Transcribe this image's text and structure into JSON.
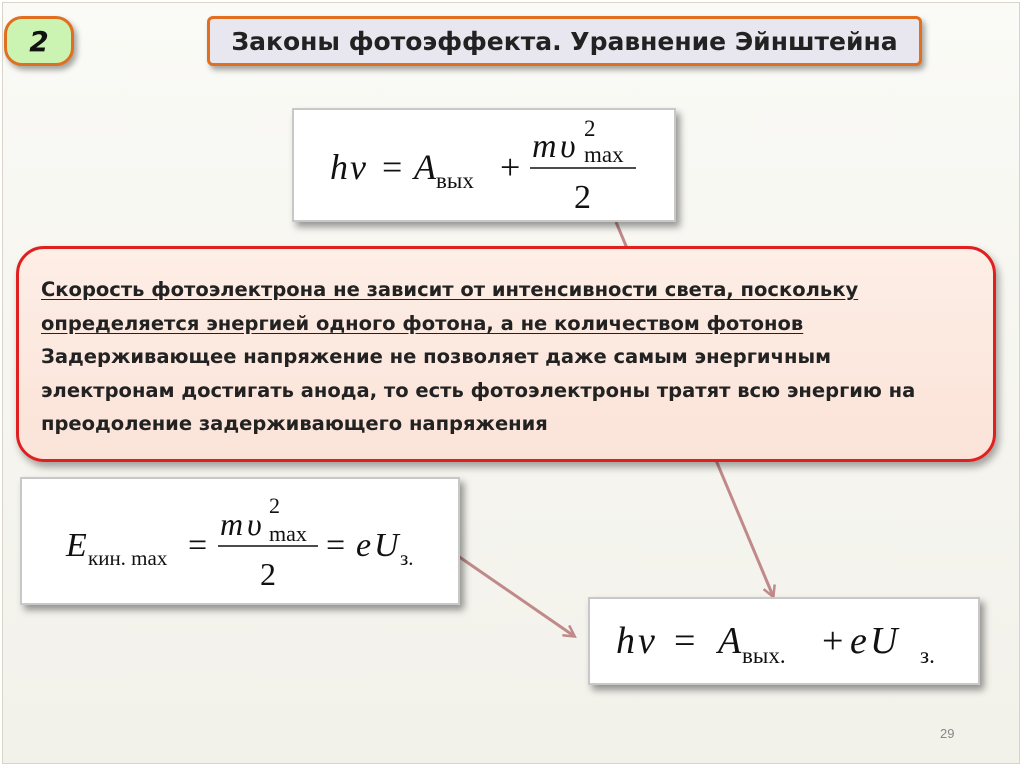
{
  "slide": {
    "badge": "2",
    "title": "Законы фотоэффекта. Уравнение Эйнштейна",
    "page_number": "29"
  },
  "formulas": {
    "f1": {
      "h": "h",
      "nu": "ν",
      "eq": "=",
      "A": "A",
      "A_sub": "вых",
      "plus": "+",
      "m": "m",
      "v": "υ",
      "pow": "2",
      "sub_max": "max",
      "den": "2"
    },
    "f2": {
      "E": "E",
      "E_sub": "кин. max",
      "eq1": "=",
      "m": "m",
      "v": "υ",
      "pow": "2",
      "sub_max": "max",
      "den": "2",
      "eq2": "=",
      "e": "e",
      "U": "U",
      "U_sub": "з."
    },
    "f3": {
      "h": "h",
      "nu": "ν",
      "eq": "=",
      "A": "A",
      "A_sub": "вых.",
      "plus": "+",
      "e": "e",
      "U": "U",
      "U_sub": "з."
    }
  },
  "text_box": {
    "line1": "Скорость фотоэлектрона не зависит от интенсивности света, поскольку",
    "line2": "определяется энергией одного фотона, а не количеством фотонов",
    "line3": "Задерживающее напряжение не позволяет даже самым энергичным",
    "line4": "электронам достигать анода, то есть фотоэлектроны тратят всю энергию на",
    "line5": "преодоление задерживающего напряжения"
  }
}
